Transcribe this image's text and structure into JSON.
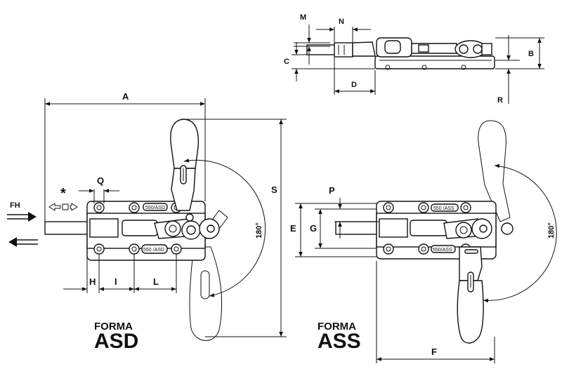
{
  "labels": {
    "A": "A",
    "B": "B",
    "C": "C",
    "D": "D",
    "E": "E",
    "F": "F",
    "G": "G",
    "H": "H",
    "I": "I",
    "L": "L",
    "M": "M",
    "N": "N",
    "P": "P",
    "Q": "Q",
    "R": "R",
    "S": "S",
    "FH": "FH",
    "star": "*"
  },
  "angles": {
    "left": "180°",
    "right": "180°"
  },
  "plates": {
    "left_top": "550/ASD",
    "left_bottom": "550 /ASD",
    "right_top": "550 /ASS",
    "right_bottom": "550/ASS"
  },
  "forms": {
    "left": {
      "forma": "FORMA",
      "code": "ASD"
    },
    "right": {
      "forma": "FORMA",
      "code": "ASS"
    }
  }
}
